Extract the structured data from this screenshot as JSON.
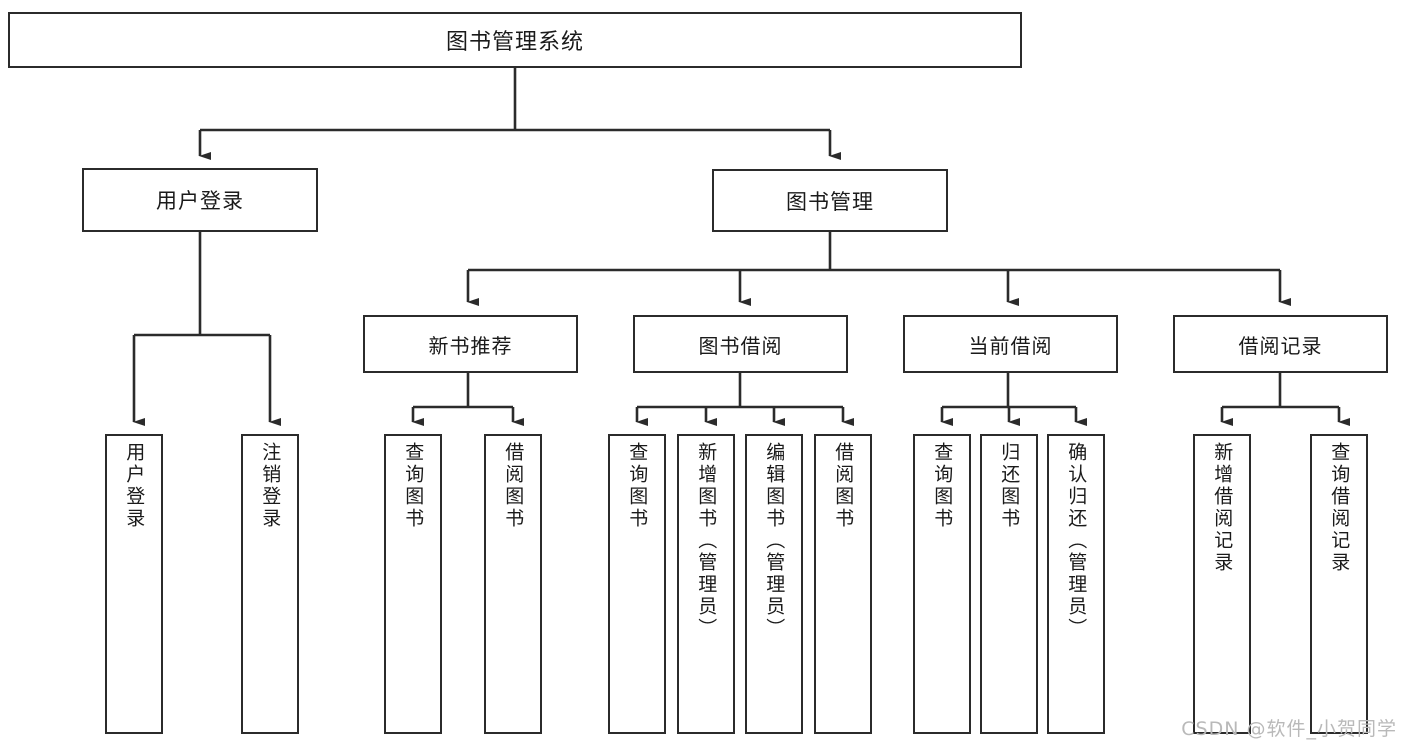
{
  "diagram": {
    "title": "图书管理系统",
    "type": "tree",
    "orientation": "top-down",
    "colors": {
      "background": "#ffffff",
      "node_border": "#2b2b2b",
      "node_fill": "#ffffff",
      "edge": "#2b2b2b",
      "text": "#1a1a1a",
      "watermark": "#b9b9b9"
    }
  },
  "nodes": {
    "root": {
      "label": "图书管理系统"
    },
    "level2": [
      {
        "id": "user-login",
        "label": "用户登录"
      },
      {
        "id": "book-management",
        "label": "图书管理"
      }
    ],
    "level3": [
      {
        "id": "new-book-recommend",
        "label": "新书推荐"
      },
      {
        "id": "book-borrow",
        "label": "图书借阅"
      },
      {
        "id": "current-borrow",
        "label": "当前借阅"
      },
      {
        "id": "borrow-record",
        "label": "借阅记录"
      }
    ],
    "leaves": {
      "user-login": [
        {
          "id": "leaf-user-login",
          "label": "用户登录"
        },
        {
          "id": "leaf-user-logout",
          "label": "注销登录"
        }
      ],
      "new-book-recommend": [
        {
          "id": "leaf-query-book-1",
          "label": "查询图书"
        },
        {
          "id": "leaf-borrow-book-1",
          "label": "借阅图书"
        }
      ],
      "book-borrow": [
        {
          "id": "leaf-query-book-2",
          "label": "查询图书"
        },
        {
          "id": "leaf-add-book",
          "label": "新增图书（管理员）"
        },
        {
          "id": "leaf-edit-book",
          "label": "编辑图书（管理员）"
        },
        {
          "id": "leaf-borrow-book-2",
          "label": "借阅图书"
        }
      ],
      "current-borrow": [
        {
          "id": "leaf-query-book-3",
          "label": "查询图书"
        },
        {
          "id": "leaf-return-book",
          "label": "归还图书"
        },
        {
          "id": "leaf-confirm-return",
          "label": "确认归还（管理员）"
        }
      ],
      "borrow-record": [
        {
          "id": "leaf-add-record",
          "label": "新增借阅记录"
        },
        {
          "id": "leaf-query-record",
          "label": "查询借阅记录"
        }
      ]
    }
  },
  "watermark": {
    "text": "CSDN @软件_小贺同学"
  }
}
